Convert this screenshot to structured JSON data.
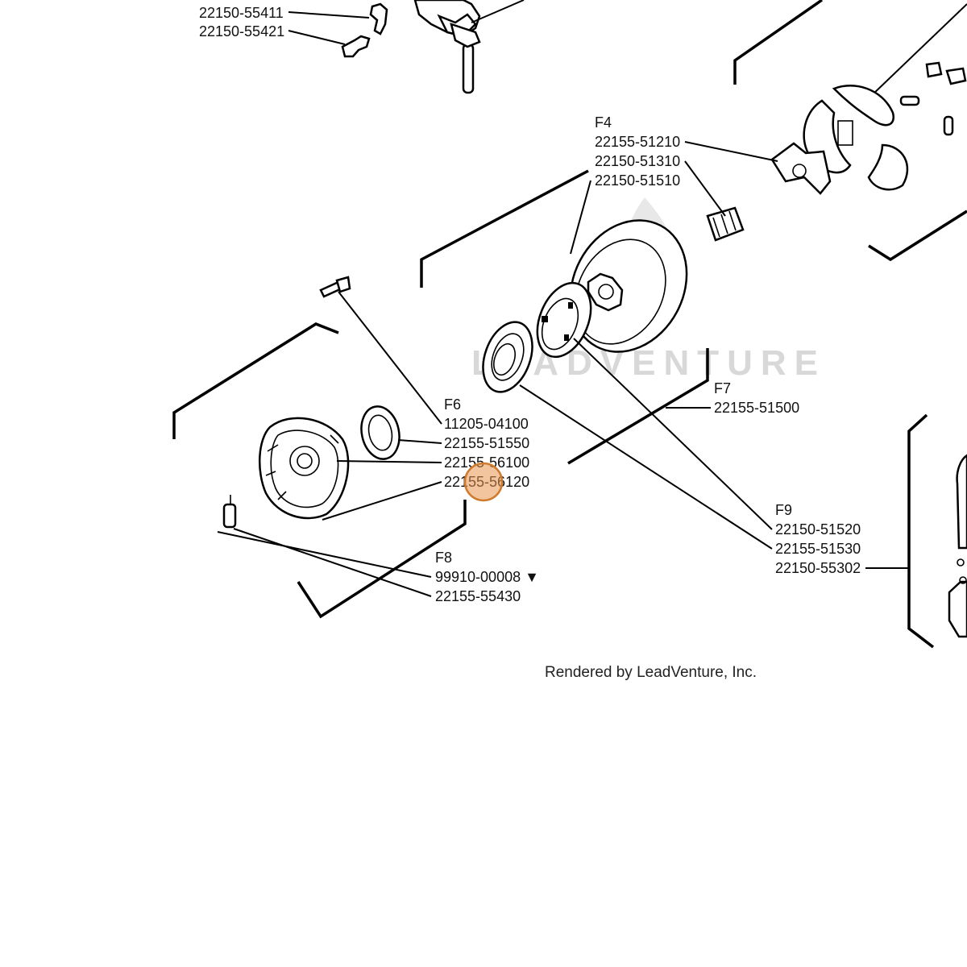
{
  "diagram": {
    "labels": {
      "top1": "22150-55411",
      "top2": "22150-55421",
      "f4_group": "F4",
      "f4_1": "22155-51210",
      "f4_2": "22150-51310",
      "f4_3": "22150-51510",
      "f6_group": "F6",
      "f6_1": "11205-04100",
      "f6_2": "22155-51550",
      "f6_3": "22155-56100",
      "f6_4": "22155-56120",
      "f7_group": "F7",
      "f7_1": "22155-51500",
      "f8_group": "F8",
      "f8_1": "99910-00008 ▼",
      "f8_2": "22155-55430",
      "f9_group": "F9",
      "f9_1": "22150-51520",
      "f9_2": "22155-51530",
      "f9_3": "22150-55302"
    },
    "credit": "Rendered by LeadVenture, Inc.",
    "watermark": "LEADVENTURE",
    "hotspot_color": "#e89650"
  }
}
